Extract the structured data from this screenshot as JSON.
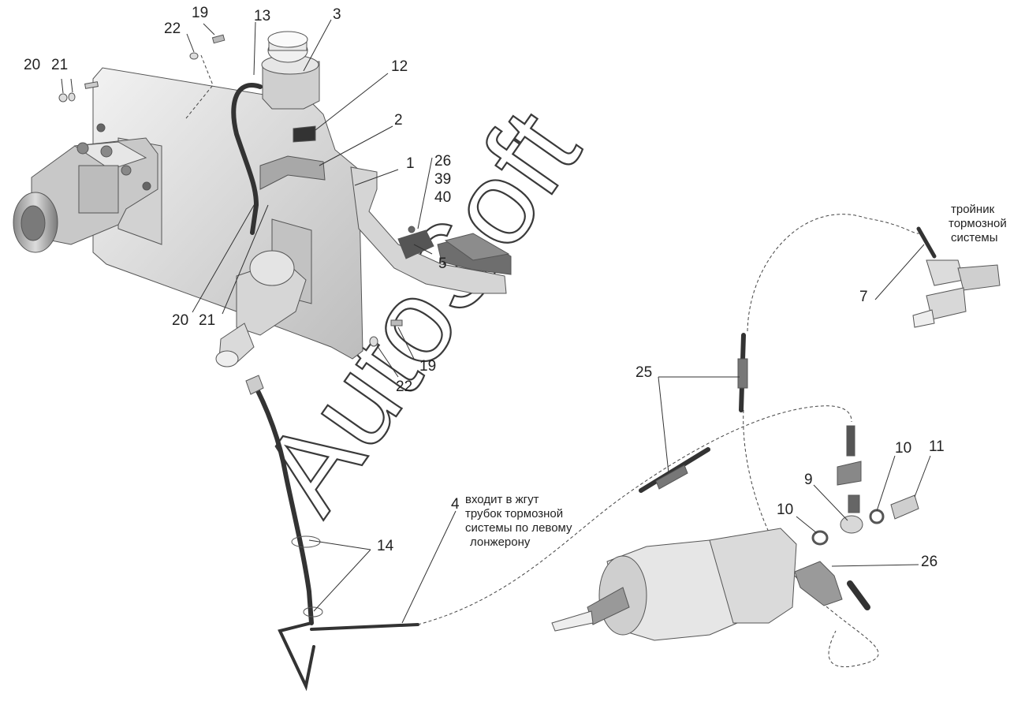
{
  "callouts": {
    "c20a": "20",
    "c21a": "21",
    "c22a": "22",
    "c19a": "19",
    "c13": "13",
    "c3": "3",
    "c12": "12",
    "c2": "2",
    "c1": "1",
    "c26a": "26",
    "c39": "39",
    "c40": "40",
    "c5": "5",
    "c20b": "20",
    "c21b": "21",
    "c19b": "19",
    "c22b": "22",
    "c7": "7",
    "c25": "25",
    "c10a": "10",
    "c11": "11",
    "c9": "9",
    "c10b": "10",
    "c4": "4",
    "c14": "14",
    "c26b": "26"
  },
  "notes": {
    "tee_line1": "тройник",
    "tee_line2": "тормозной",
    "tee_line3": "системы",
    "harness_line1": "входит в жгут",
    "harness_line2": "трубок тормозной",
    "harness_line3": "системы по левому",
    "harness_line4": "лонжерону"
  },
  "watermark": "AutoSoft",
  "colors": {
    "part_fill": "#e4e4e4",
    "part_dark": "#9a9a9a",
    "hose": "#333333",
    "watermark_stroke": "#3a3a3a"
  }
}
